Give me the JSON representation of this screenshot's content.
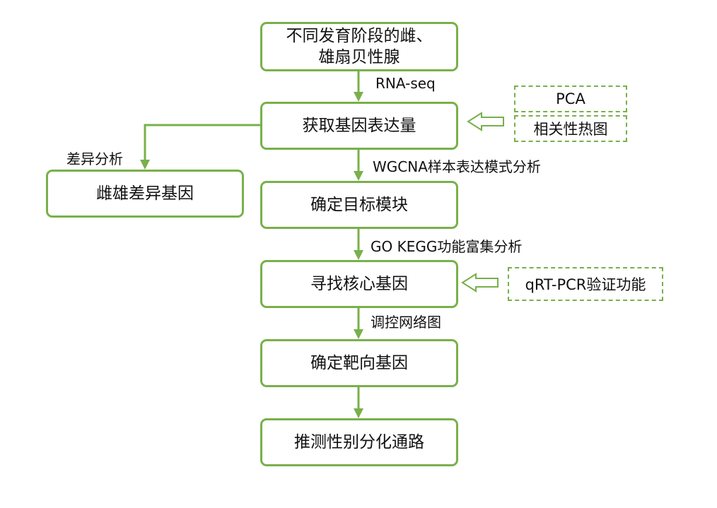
{
  "boxes": {
    "sample": [
      "不同发育阶段的雌、",
      "雄扇贝性腺"
    ],
    "expression": "获取基因表达量",
    "dimorphic": "雌雄差异基因",
    "module": "确定目标模块",
    "hub": "寻找核心基因",
    "target": "确定靶向基因",
    "pathway": "推测性别分化通路"
  },
  "side_boxes": {
    "pca": "PCA",
    "heatmap": "相关性热图",
    "qpcr": "qRT-PCR验证功能"
  },
  "edge_labels": {
    "rnaseq": "RNA-seq",
    "diff": "差异分析",
    "wgcna": "WGCNA样本表达模式分析",
    "enrich": "GO KEGG功能富集分析",
    "network": "调控网络图"
  },
  "colors": {
    "accent": "#78b04a"
  }
}
